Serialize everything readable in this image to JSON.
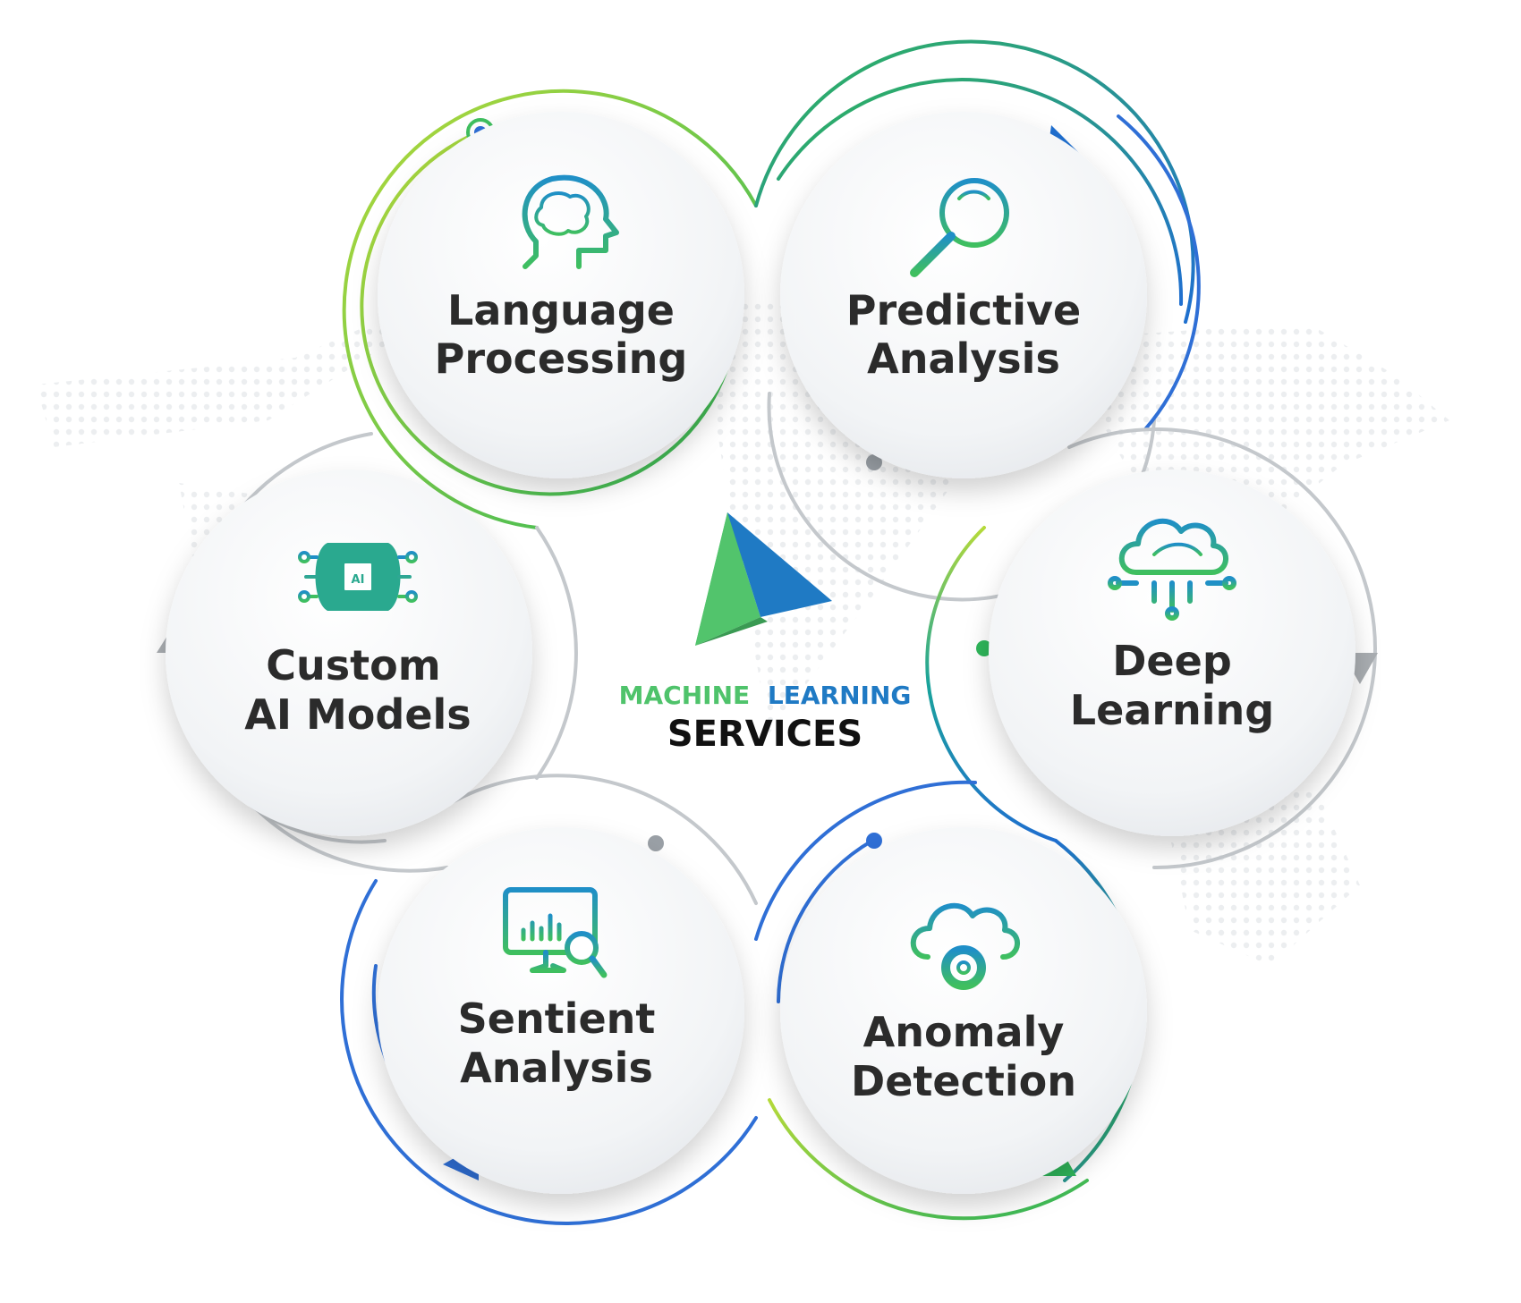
{
  "center": {
    "line1_part1": "MACHINE",
    "line1_part2": "LEARNING",
    "line2": "SERVICES",
    "colors": {
      "green": "#4fc36b",
      "blue": "#1f7ac4",
      "dark": "#111111"
    }
  },
  "services": [
    {
      "id": "language-processing",
      "line1": "Language",
      "line2": "Processing",
      "icon": "brain-head-icon"
    },
    {
      "id": "predictive-analysis",
      "line1": "Predictive",
      "line2": "Analysis",
      "icon": "magnifier-icon"
    },
    {
      "id": "deep-learning",
      "line1": "Deep",
      "line2": "Learning",
      "icon": "cloud-network-icon"
    },
    {
      "id": "anomaly-detection",
      "line1": "Anomaly",
      "line2": "Detection",
      "icon": "cloud-gear-icon"
    },
    {
      "id": "sentient-analysis",
      "line1": "Sentient",
      "line2": "Analysis",
      "icon": "monitor-chart-icon"
    },
    {
      "id": "custom-ai-models",
      "line1": "Custom",
      "line2": "AI Models",
      "icon": "ai-brain-chip-icon"
    }
  ],
  "palette": {
    "green": "#3fbf5f",
    "lime": "#a7d63a",
    "teal": "#1aa39b",
    "blue": "#2f6fd6",
    "grey": "#c4c8cc",
    "text": "#2b2b2b"
  }
}
